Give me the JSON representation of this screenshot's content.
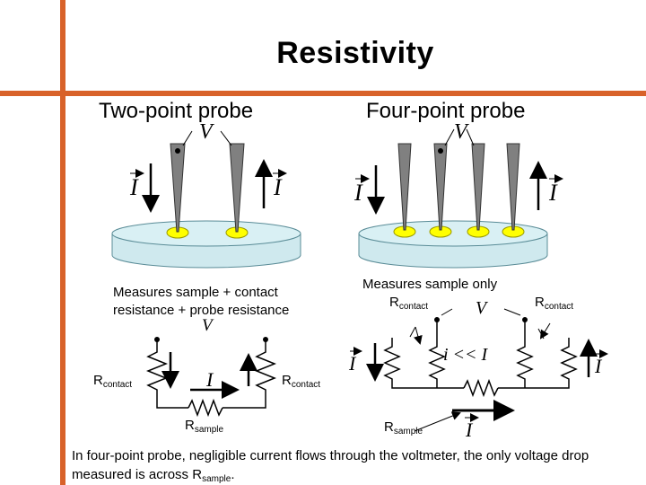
{
  "slide": {
    "title": "Resistivity",
    "accent_color": "#d8622a"
  },
  "two_point": {
    "heading": "Two-point probe",
    "voltage_symbol": "V",
    "current_symbol": "I",
    "measure_line1": "Measures sample + contact",
    "measure_line2": "resistance + probe resistance",
    "circuit": {
      "voltage_symbol": "V",
      "current_symbol": "I",
      "r_contact_main": "R",
      "r_contact_sub": "contact",
      "r_sample_main": "R",
      "r_sample_sub": "sample"
    }
  },
  "four_point": {
    "heading": "Four-point probe",
    "voltage_symbol": "V",
    "current_symbol": "I",
    "measure_text": "Measures sample only",
    "circuit": {
      "voltage_symbol": "V",
      "current_symbol": "I",
      "small_current": "i << I",
      "r_contact_main": "R",
      "r_contact_sub": "contact",
      "r_sample_main": "R",
      "r_sample_sub": "sample"
    }
  },
  "caption": {
    "text": "In four-point probe, negligible current flows through the voltmeter, the only voltage drop measured is across R",
    "sub": "sample",
    "end": "."
  },
  "colors": {
    "disk_fill": "#cfe9ee",
    "contact_dot": "#ffff00",
    "probe_fill": "#808080"
  }
}
